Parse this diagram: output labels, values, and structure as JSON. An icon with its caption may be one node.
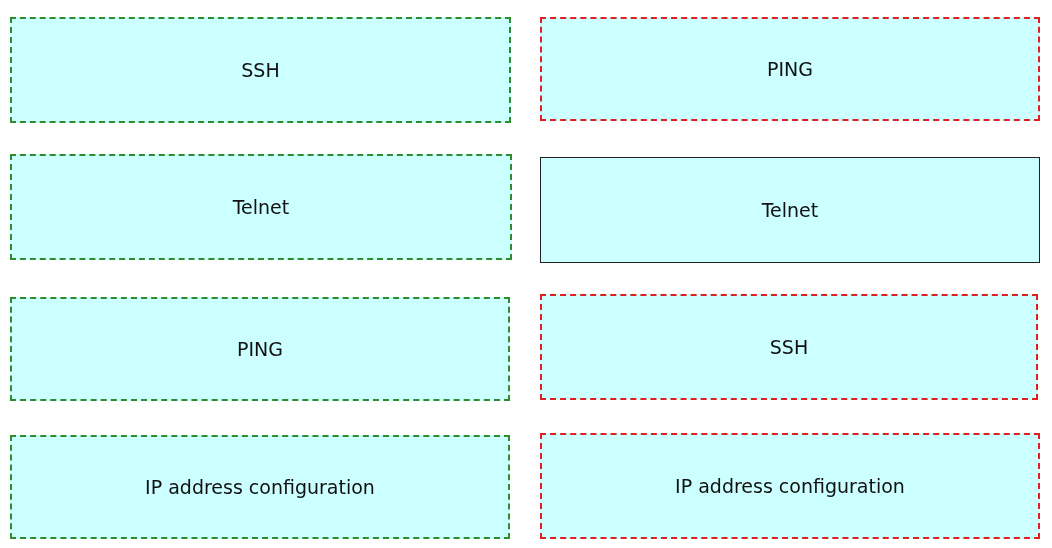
{
  "diagram": {
    "nodes": [
      {
        "text": [
          "SSH"
        ]
      },
      {
        "text": [
          "PING"
        ]
      },
      {
        "text": [
          "Telnet"
        ]
      },
      {
        "text": [
          "Telnet"
        ]
      },
      {
        "text": [
          "PING"
        ]
      },
      {
        "text": [
          "SSH"
        ]
      },
      {
        "text": [
          "IP address configuration"
        ]
      },
      {
        "text": [
          "IP address configuration"
        ]
      }
    ]
  }
}
